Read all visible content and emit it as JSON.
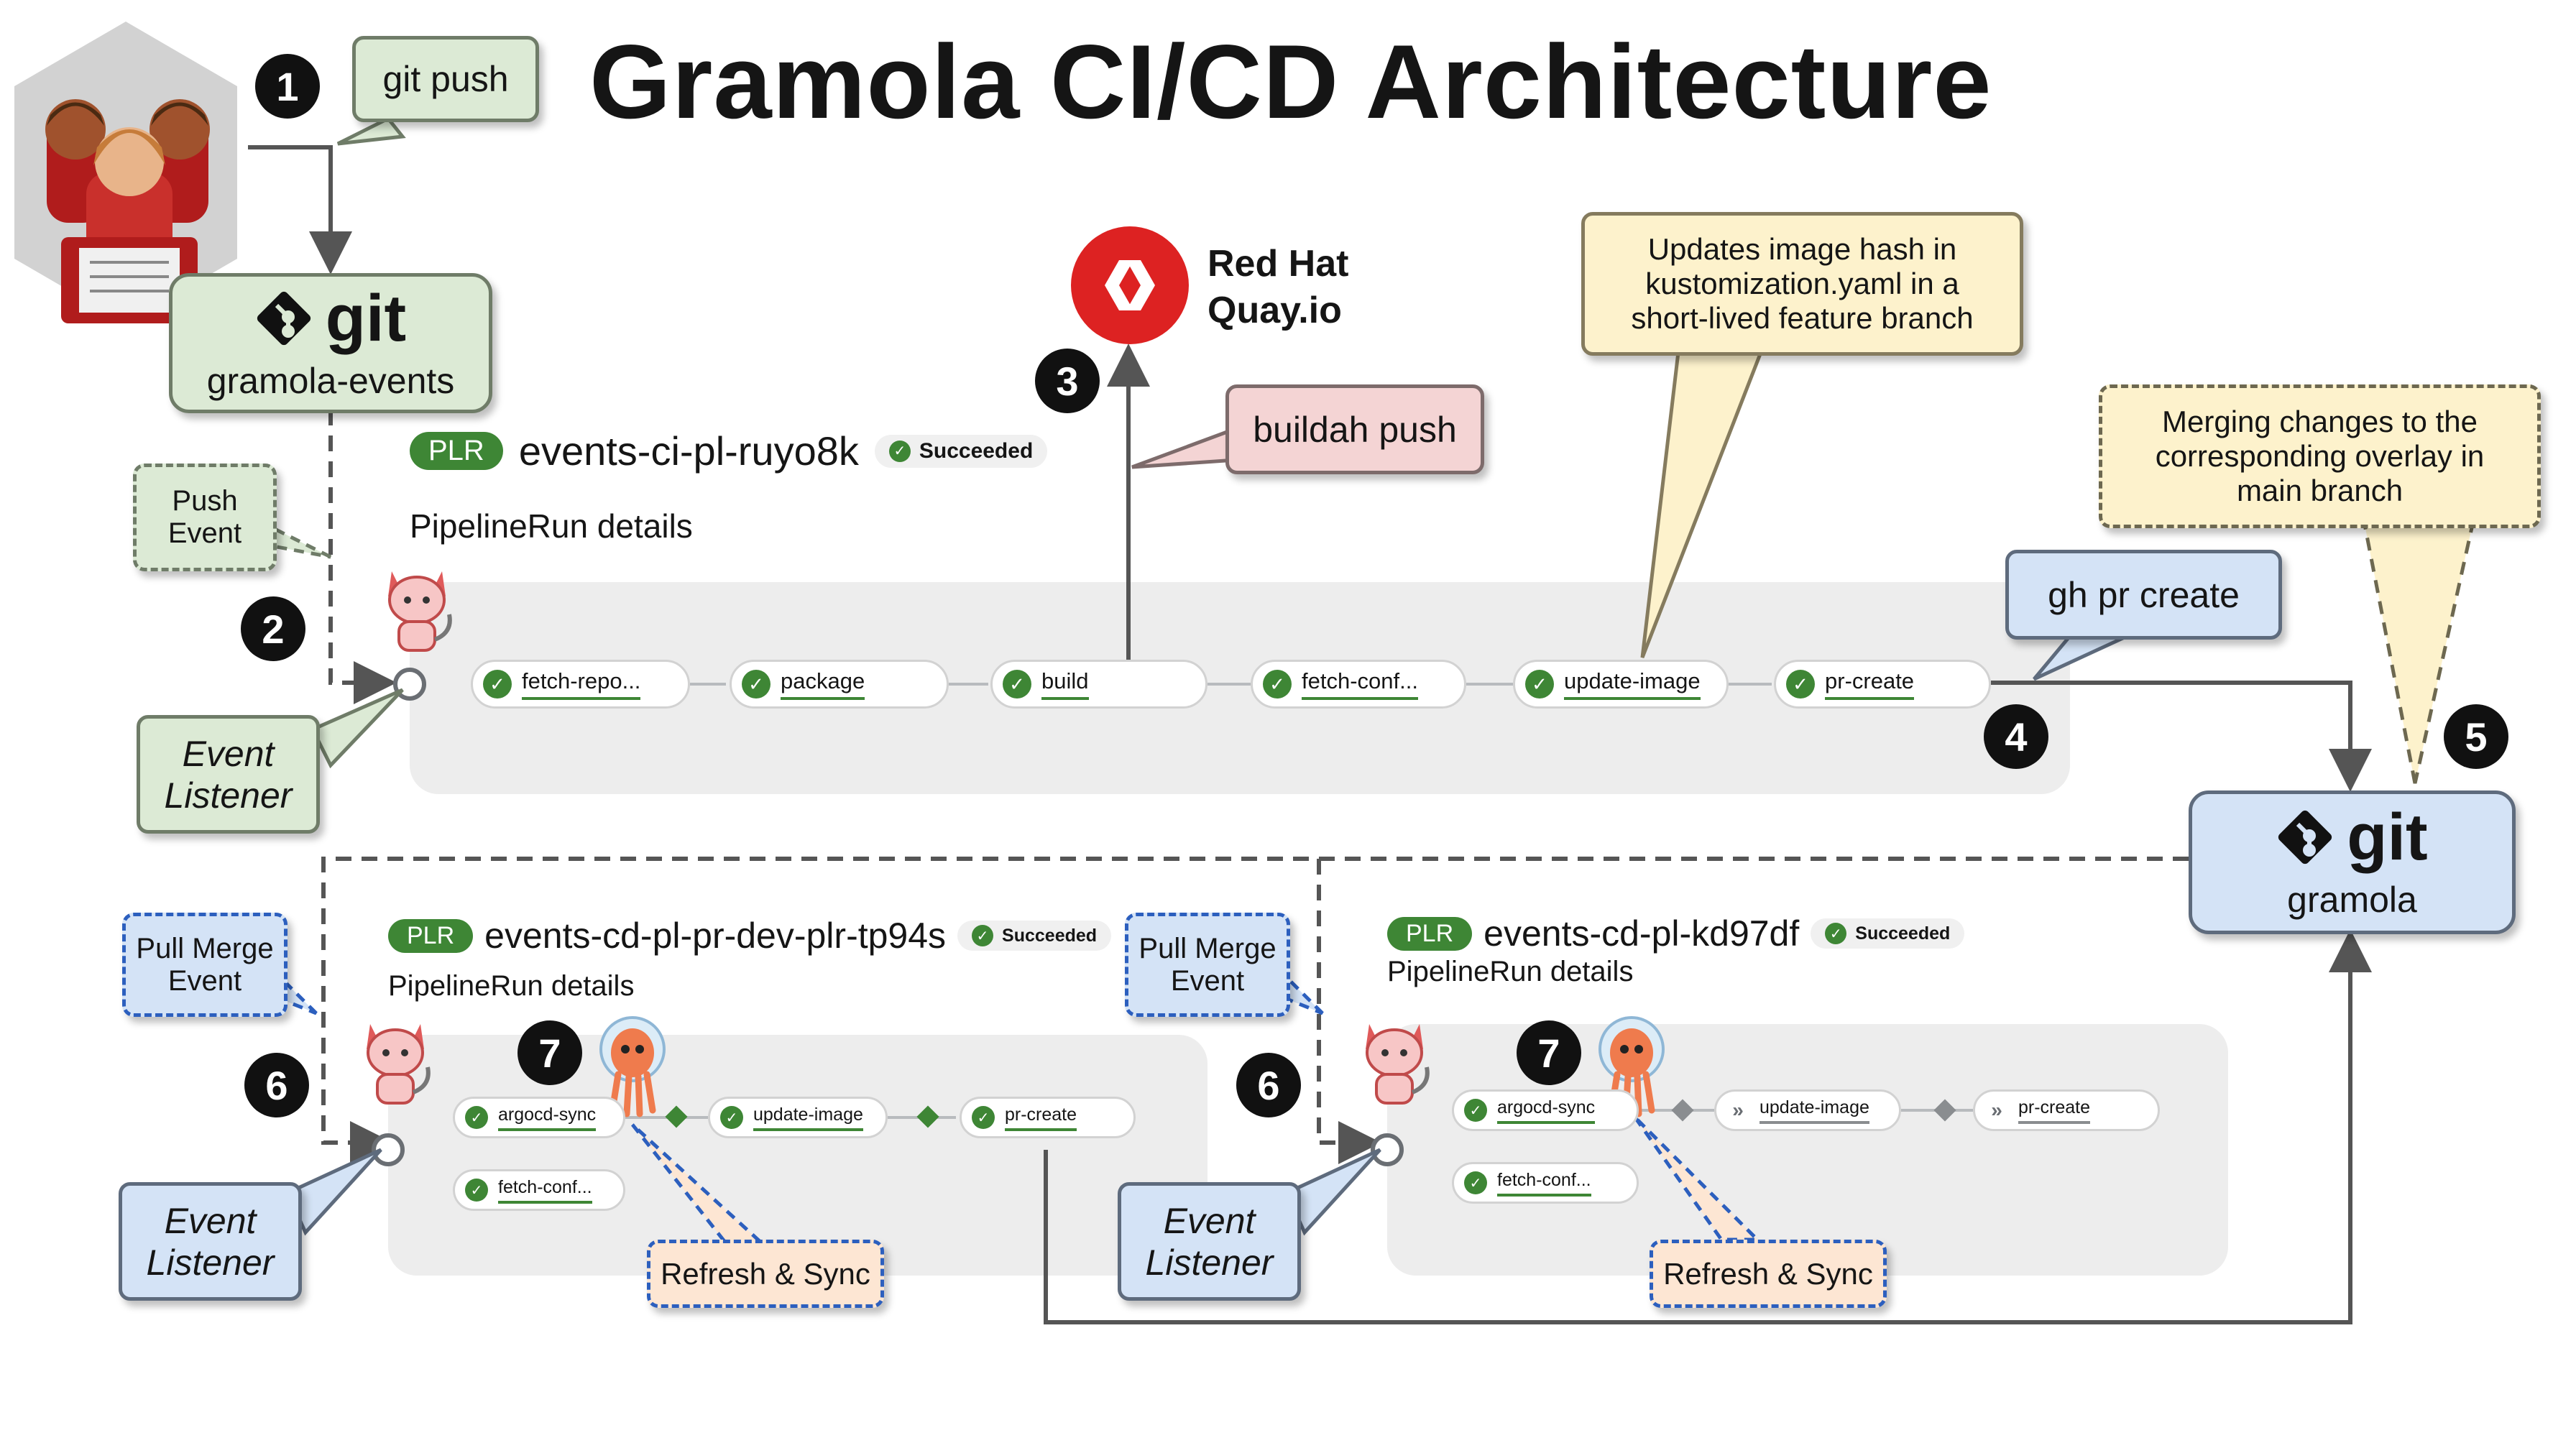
{
  "title": "Gramola CI/CD Architecture",
  "step_badges": {
    "one": "1",
    "two": "2",
    "three": "3",
    "four": "4",
    "five": "5",
    "six_a": "6",
    "six_b": "6",
    "seven_a": "7",
    "seven_b": "7"
  },
  "callouts": {
    "git_push": "git push",
    "buildah_push": "buildah push",
    "updates_image_hash": "Updates image hash in kustomization.yaml in a short-lived feature branch",
    "merging_changes": "Merging changes to the corresponding overlay in main branch",
    "gh_pr_create": "gh pr create",
    "push_event": "Push Event",
    "event_listener": "Event Listener",
    "pull_merge_event": "Pull Merge Event",
    "refresh_sync": "Refresh & Sync"
  },
  "repos": {
    "events": {
      "word": "git",
      "label": "gramola-events"
    },
    "gramola": {
      "word": "git",
      "label": "gramola"
    }
  },
  "quay": {
    "line1": "Red Hat",
    "line2": "Quay.io"
  },
  "ci_pipeline": {
    "tag": "PLR",
    "name": "events-ci-pl-ruyo8k",
    "status": "Succeeded",
    "subtitle": "PipelineRun details",
    "tasks": [
      "fetch-repo...",
      "package",
      "build",
      "fetch-conf...",
      "update-image",
      "pr-create"
    ]
  },
  "cd_dev_pipeline": {
    "tag": "PLR",
    "name": "events-cd-pl-pr-dev-plr-tp94s",
    "status": "Succeeded",
    "subtitle": "PipelineRun details",
    "tasks": [
      "argocd-sync",
      "update-image",
      "pr-create",
      "fetch-conf..."
    ]
  },
  "cd_pipeline": {
    "tag": "PLR",
    "name": "events-cd-pl-kd97df",
    "status": "Succeeded",
    "subtitle": "PipelineRun details",
    "tasks": [
      "argocd-sync",
      "update-image",
      "pr-create",
      "fetch-conf..."
    ]
  },
  "colors": {
    "accent_green": "#3e8635",
    "quay_red": "#dd2222",
    "panel": "#ededed"
  }
}
